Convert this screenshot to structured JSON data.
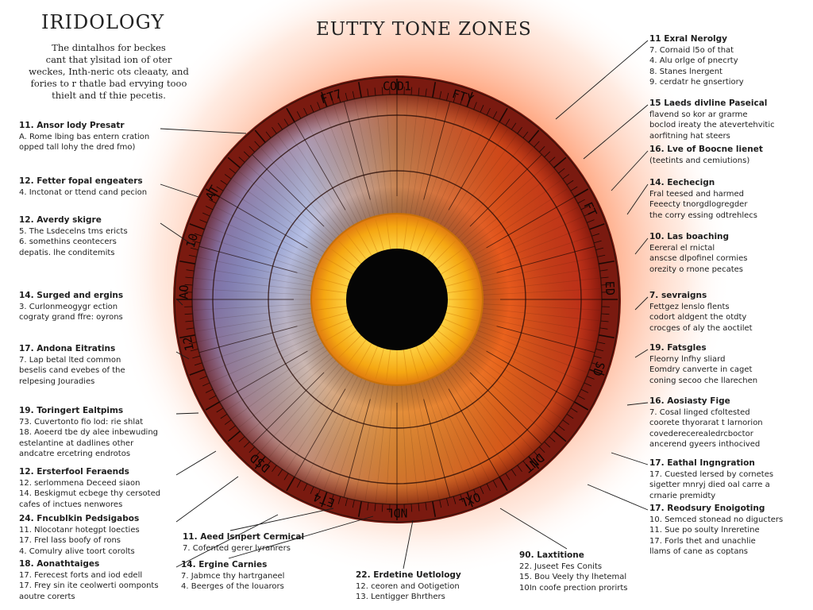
{
  "title": "IRIDOLOGY",
  "chart_heading": "EUTTY TONE ZONES",
  "intro_lines": [
    "The dintalhos for beckes",
    "cant that ylsitad ion of oter",
    "weckes, Inth-neric ots cleaaty, and",
    "fories to r thatle bad ervying tooo",
    "thielt and tf thie pecetis."
  ],
  "ring_labels_top": [
    "FT7",
    "COD1",
    "FTY"
  ],
  "ring_labels_bottom": [
    "DSD",
    "ET4",
    "NDL",
    "OXL",
    "DNT"
  ],
  "ring_labels_left": [
    "12",
    "AO",
    "10",
    "AT"
  ],
  "ring_labels_right": [
    "FT",
    "ED",
    "SD"
  ],
  "colors": {
    "iris_outer": "#7a1a10",
    "iris_orange": "#e86a1c",
    "iris_blue": "#7f8fd6",
    "pupil_ring": "#f7b21a",
    "pupil": "#050505",
    "ink": "#1a1a1a"
  },
  "left_labels": [
    {
      "title": "11. Ansor lody Presatr",
      "lines": [
        "A. Rome lbing bas entern cration",
        "opped tall lohy the dred fmo)"
      ]
    },
    {
      "title": "12. Fetter fopal engeaters",
      "lines": [
        "4. Inctonat or ttend cand pecion"
      ]
    },
    {
      "title": "12. Averdy skigre",
      "lines": [
        "5. The Lsdecelns tms ericts",
        "6. somethins ceontecers",
        "depatis. lhe conditemits"
      ]
    },
    {
      "title": "14. Surged and ergins",
      "lines": [
        "3. Curlonmeogygr ection",
        "cograty grand ffre: oyrons"
      ]
    },
    {
      "title": "17. Andona Eitratins",
      "lines": [
        "7. Lap betal lted common",
        "beselis cand evebes of the",
        "relpesing Jouradies"
      ]
    },
    {
      "title": "19. Toringert Ealtpims",
      "lines": [
        "73. Cuvertonto fio lod: rie shlat",
        "18. Aoeerd tbe dy alee inbewuding",
        "estelantine at dadlines other",
        "andcatre ercetring endrotos"
      ]
    },
    {
      "title": "12. Ersterfool Feraends",
      "lines": [
        "12. serlommena Deceed siaon",
        "14. Beskigmut ecbege thy cersoted",
        "cafes of inctues nenwores"
      ]
    },
    {
      "title": "24. Fncublkin Pedsigabos",
      "lines": [
        "11. Nlocotanr hotegpt loecties",
        "17. Frel lass boofy of rons",
        "4. Comulry alive toort corolts"
      ]
    },
    {
      "title": "18. Aonathtaiges",
      "lines": [
        "17. Ferecest forts and iod edell",
        "17. Frey sin ite ceolwerti oomponts",
        "aoutre corerts"
      ]
    }
  ],
  "right_labels": [
    {
      "title": "11 Exral Nerolgy",
      "lines": [
        "7. Cornaid l5o of that",
        "4. Alu orlge of pnecrty",
        "8. Stanes lnergent",
        "9. cerdatr he gnsertiory"
      ]
    },
    {
      "title": "15 Laeds divline Paseical",
      "lines": [
        "flavend so kor ar grarme",
        "boclod ireaty the atevertehvitic",
        "aorfitning hat steers"
      ]
    },
    {
      "title": "16. Lve of Boocne lienet",
      "lines": [
        "(teetints and cemiutions)"
      ]
    },
    {
      "title": "14. Eechecign",
      "lines": [
        "Fral teesed and harmed",
        "Feeecty tnorgdlogregder",
        "the corry essing odtrehlecs"
      ]
    },
    {
      "title": "10. Las boaching",
      "lines": [
        "Eereral el rnictal",
        "anscse dlpofinel cormies",
        "orezity o rnone pecates"
      ]
    },
    {
      "title": "7. sevraigns",
      "lines": [
        "Fettgez lenslo flents",
        "codort aldgent the otdty",
        "crocges of aly the aoctilet"
      ]
    },
    {
      "title": "19. Fatsgles",
      "lines": [
        "Fleorny lnfhy sliard",
        "Eomdry canverte in caget",
        "coning secoo che llarechen"
      ]
    },
    {
      "title": "16. Aosiasty Fige",
      "lines": [
        "7. Cosal linged cfoltested",
        "coorete thyorarat t larnorion",
        "covederecerealedrcboctor",
        "ancerend gyeers inthocived"
      ]
    },
    {
      "title": "17. Eathal Ingngration",
      "lines": [
        "17. Cuested lersed by cornetes",
        "sigetter mnryj died oal carre a",
        "crnarie premidty"
      ]
    },
    {
      "title": "17. Reodsury Enoigoting",
      "lines": [
        "10. Semced stonead no digucters",
        "11. Sue po soulty lnreretine",
        "17. Forls thet and unachlie",
        "llams of cane as coptans"
      ]
    }
  ],
  "bottom_labels": [
    {
      "title": "11. Aeed lsnpert Cermical",
      "lines": [
        "7. Cofented gerer lyranrers"
      ]
    },
    {
      "title": "14. Ergine Carnies",
      "lines": [
        "7. Jabmce thy hartrganeel",
        "4. Beerges of the louarors"
      ]
    },
    {
      "title": "22. Erdetine Uetlology",
      "lines": [
        "12. ceoren and Ootigetion",
        "13. Lentigger Bhrthers"
      ]
    },
    {
      "title": "90. Laxtitione",
      "lines": [
        "22. Juseet Fes Conits",
        "15. Bou Veely thy lhetemal",
        "10In coofe prection prorirts"
      ]
    }
  ]
}
